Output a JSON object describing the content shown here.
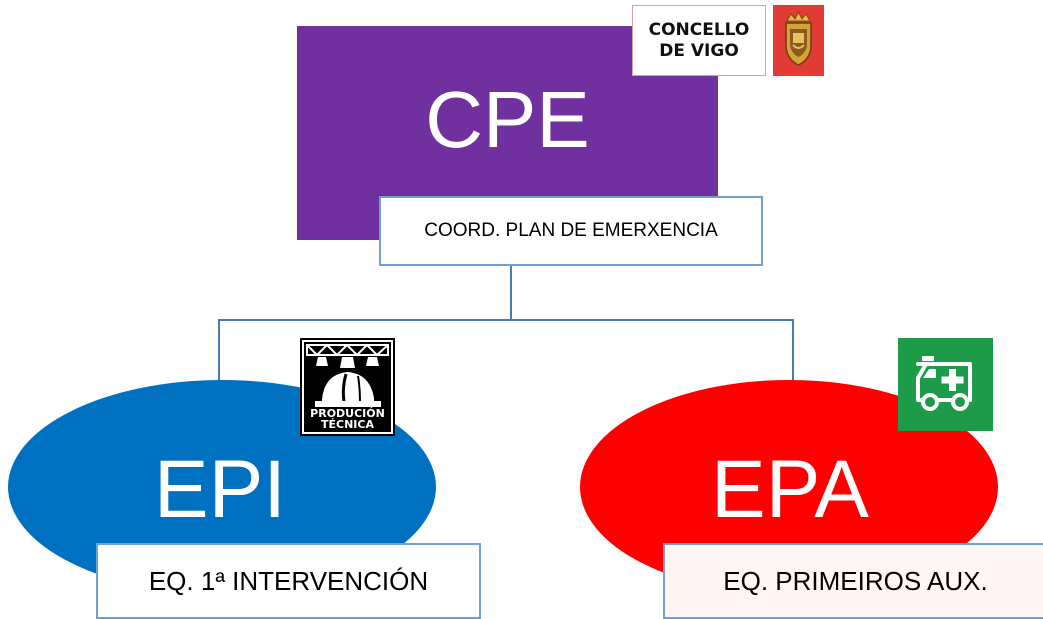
{
  "cpe": {
    "title": "CPE",
    "label": "COORD. PLAN DE EMERXENCIA",
    "color": "#7030a0"
  },
  "logo": {
    "line1": "CONCELLO",
    "line2": "DE VIGO",
    "accent": "#e23a35"
  },
  "epi": {
    "title": "EPI",
    "label": "EQ. 1ª INTERVENCIÓN",
    "color": "#0070c0",
    "icon_text_1": "PRODUCIÓN",
    "icon_text_2": "TÉCNICA"
  },
  "epa": {
    "title": "EPA",
    "label": "EQ. PRIMEIROS AUX.",
    "color": "#ff0000",
    "icon": "ambulance-icon"
  },
  "connector_color": "#4a7ab0"
}
